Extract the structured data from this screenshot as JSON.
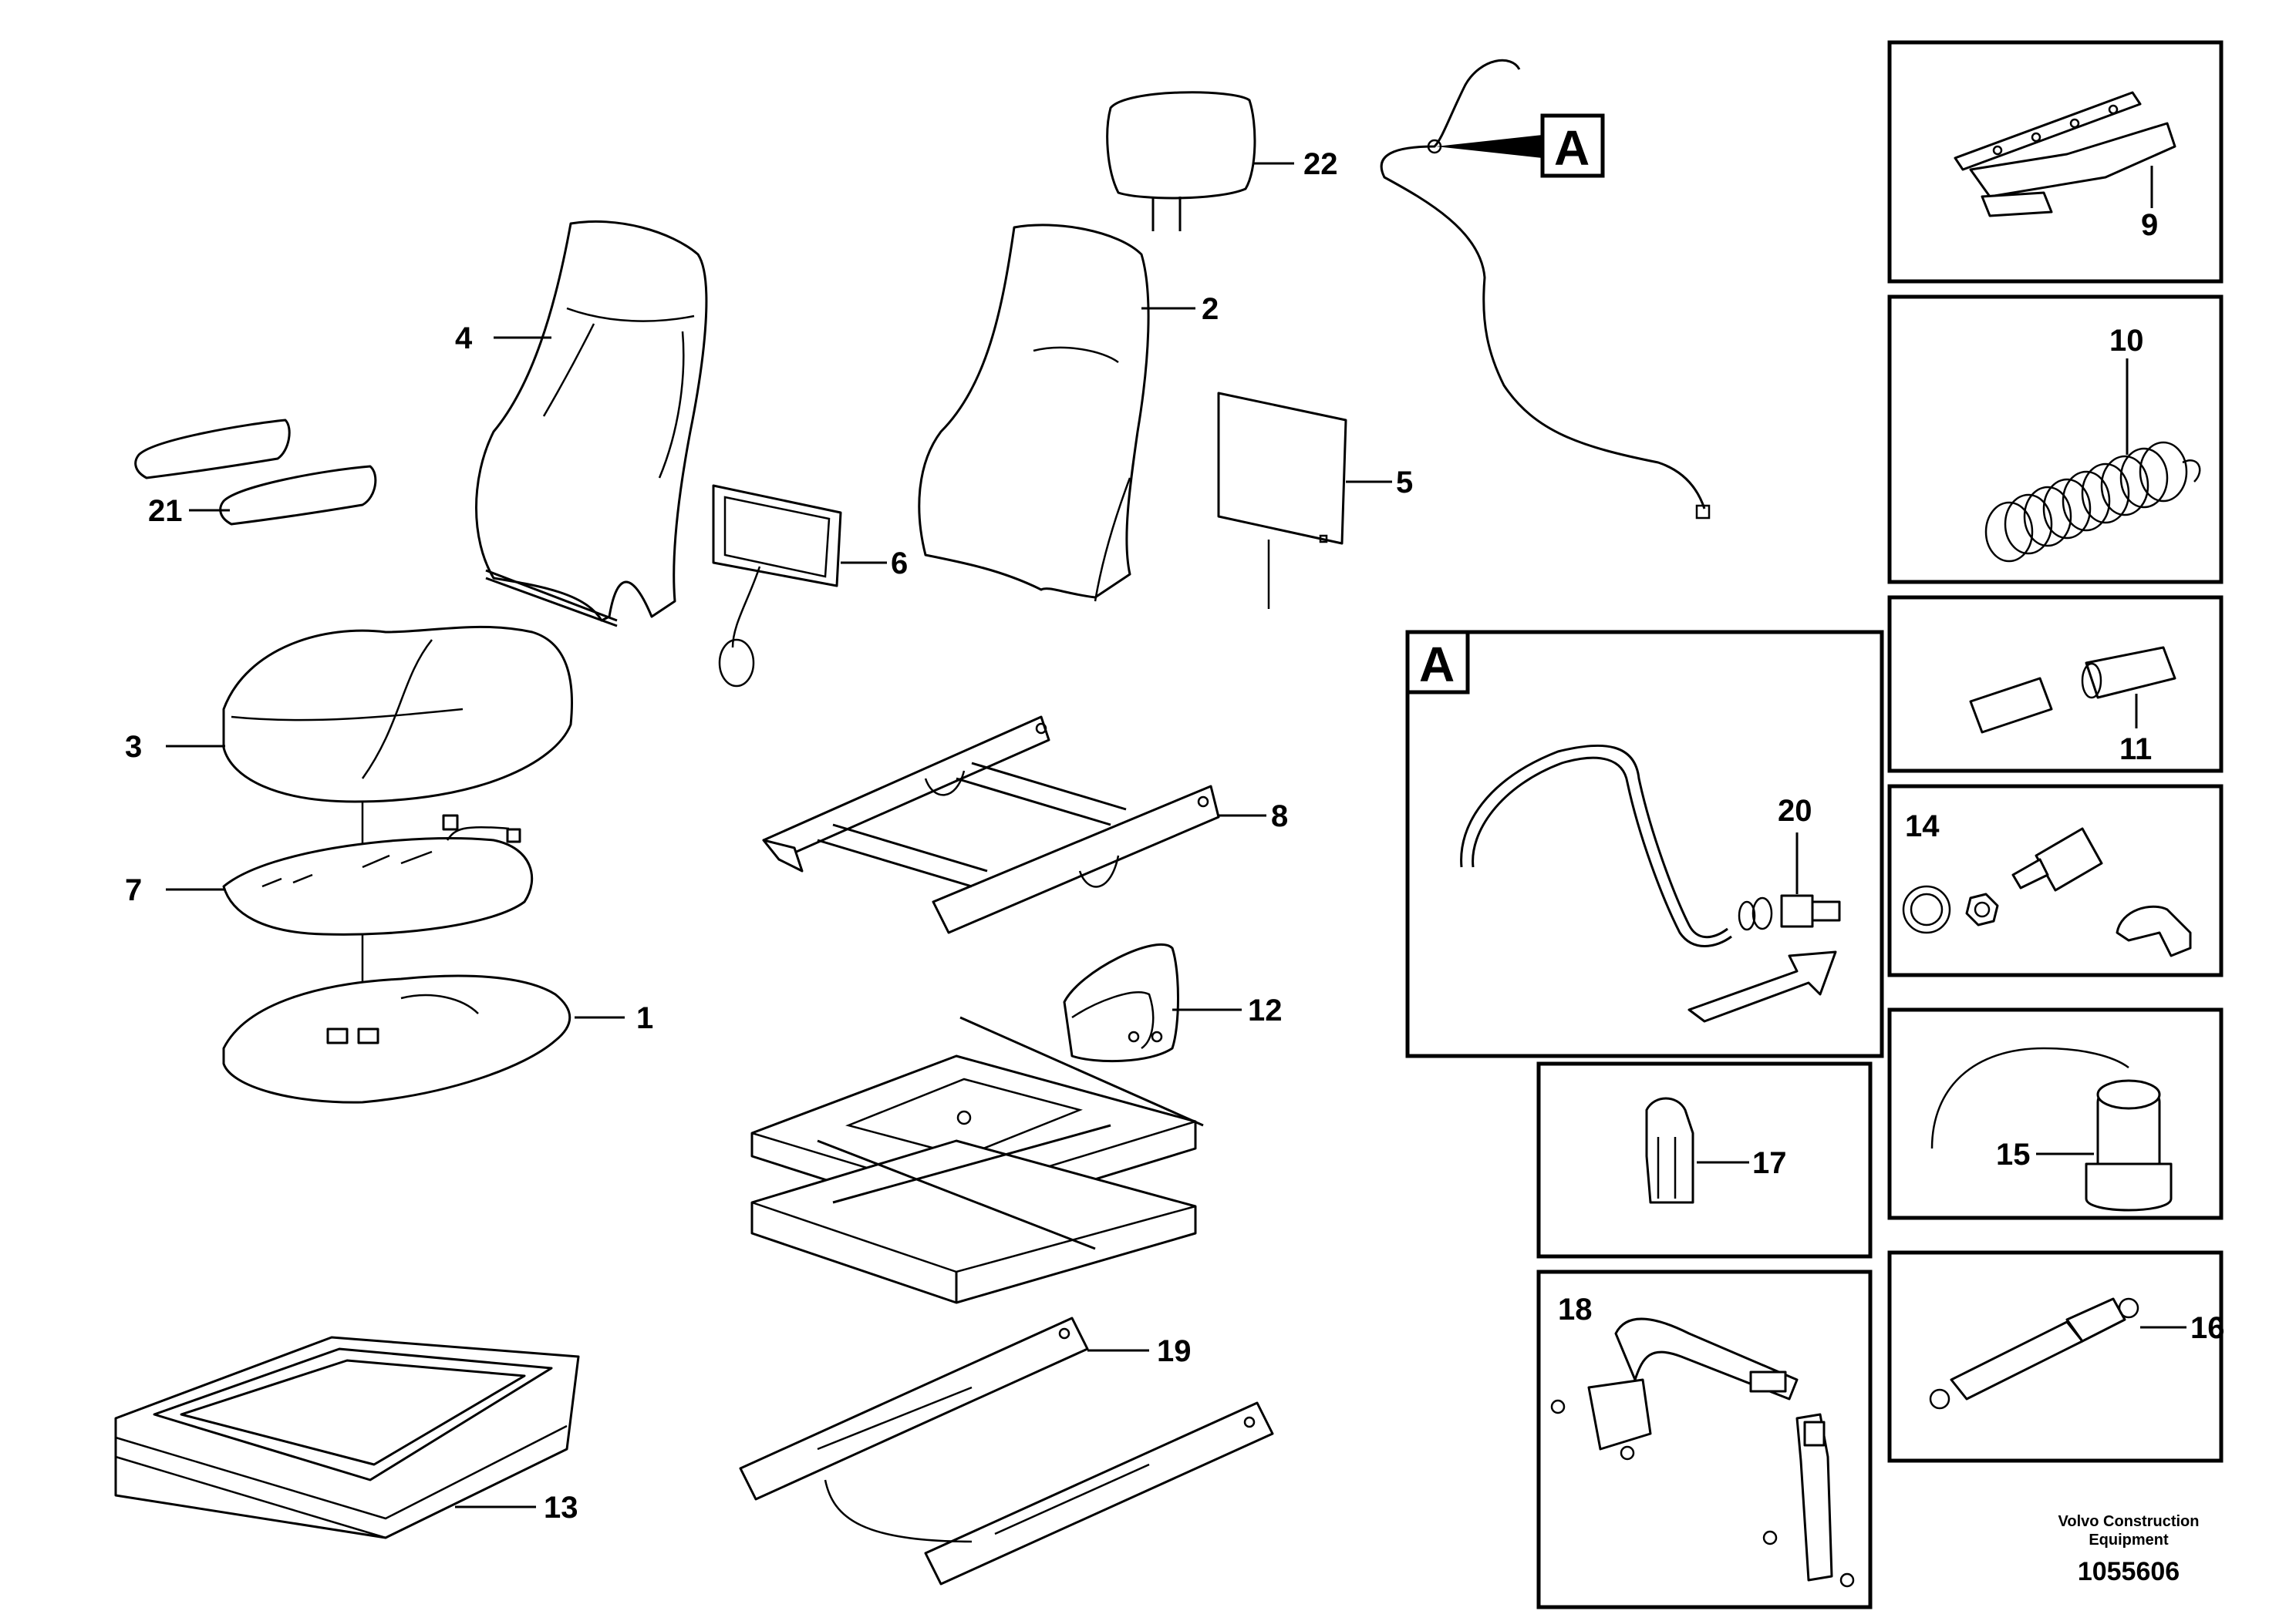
{
  "labels": {
    "p1": "1",
    "p2": "2",
    "p3": "3",
    "p4": "4",
    "p5": "5",
    "p6": "6",
    "p7": "7",
    "p8": "8",
    "p9": "9",
    "p10": "10",
    "p11": "11",
    "p12": "12",
    "p13": "13",
    "p14": "14",
    "p15": "15",
    "p16": "16",
    "p17": "17",
    "p18": "18",
    "p19": "19",
    "p20": "20",
    "p21": "21",
    "p22": "22"
  },
  "callouts": {
    "detail_a": "A",
    "detail_a_box": "A"
  },
  "credit": {
    "line1": "Volvo Construction",
    "line2": "Equipment",
    "number": "1055606"
  }
}
